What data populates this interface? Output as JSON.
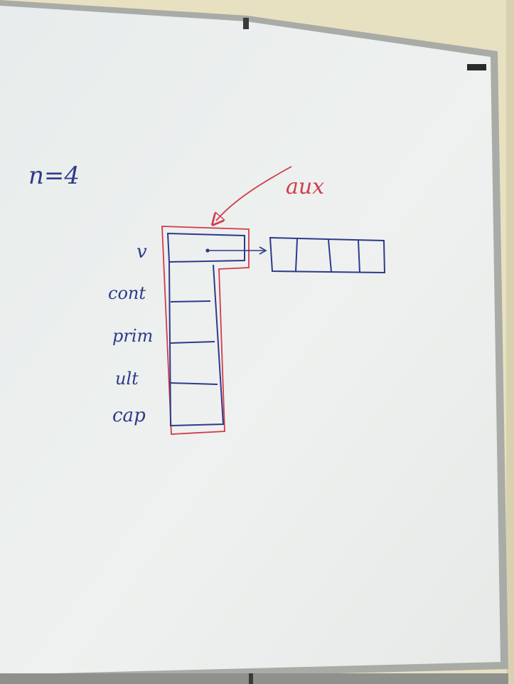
{
  "whiteboard": {
    "formula": "n=4",
    "pointer_label": "aux",
    "field_labels": {
      "v": "v",
      "cont": "cont",
      "prim": "prim",
      "ult": "ult",
      "cap": "cap"
    },
    "array_cells": 4
  },
  "colors": {
    "wall": "#e9e3c3",
    "frame": "#a9aba6",
    "board": "#eef1ef",
    "blue_marker": "#2e3a8a",
    "red_marker": "#d23b4e"
  }
}
